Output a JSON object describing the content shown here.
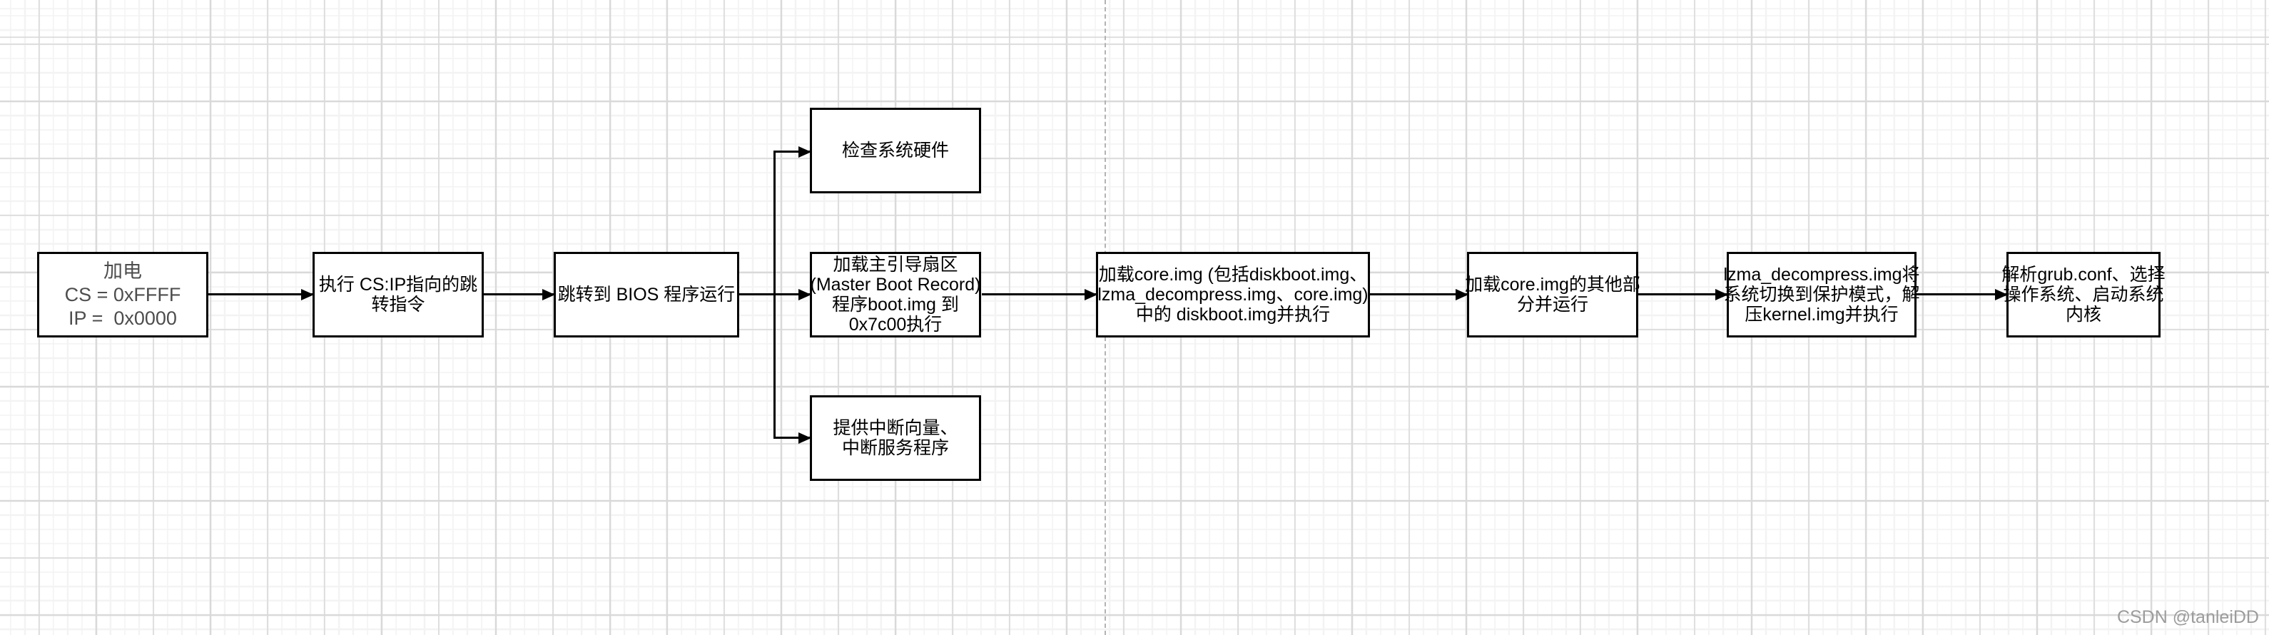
{
  "diagram": {
    "nodes": {
      "power_on": {
        "text": "加电\nCS = 0xFFFF\nIP =  0x0000"
      },
      "exec_jump": {
        "text": "执行 CS:IP指向的跳\n转指令"
      },
      "jump_bios": {
        "text": "跳转到 BIOS 程序运行"
      },
      "check_hw": {
        "text": "检查系统硬件"
      },
      "load_mbr": {
        "text": "加载主引导扇区\n(Master Boot Record)\n程序boot.img 到\n0x7c00执行"
      },
      "interrupts": {
        "text": "提供中断向量、\n中断服务程序"
      },
      "load_core": {
        "text": "加载core.img (包括diskboot.img、\nlzma_decompress.img、core.img)\n中的 diskboot.img并执行"
      },
      "core_rest": {
        "text": "加载core.img的其他部\n分并运行"
      },
      "lzma": {
        "text": "lzma_decompress.img将\n系统切换到保护模式，解\n压kernel.img并执行"
      },
      "grub": {
        "text": "解析grub.conf、选择\n操作系统、启动系统\n内核"
      }
    },
    "colors": {
      "node_border": "#000000",
      "node_text": "#000000",
      "power_on_text": "#4d4d4d",
      "connector": "#000000",
      "grid_minor": "#f3f3f3",
      "grid_major": "#d9d9d9",
      "page_break_line": "#b3b3b3",
      "watermark_text": "#9c9c9c"
    }
  },
  "watermark": {
    "text": "CSDN @tanleiDD"
  }
}
